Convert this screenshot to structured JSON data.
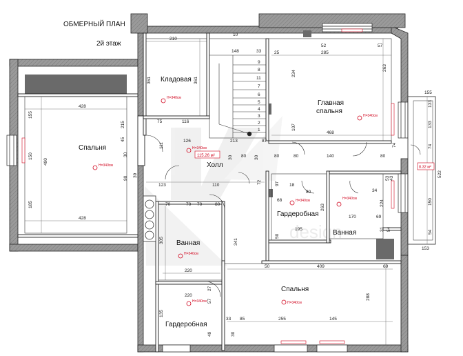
{
  "header": {
    "title": "ОБМЕРНЫЙ ПЛАН",
    "floor": "2й этаж"
  },
  "rooms": [
    {
      "id": "storage",
      "lines": [
        "Кладовая"
      ]
    },
    {
      "id": "bedroom-left",
      "lines": [
        "Спальня"
      ]
    },
    {
      "id": "master-bedroom",
      "lines": [
        "Главная",
        "спальня"
      ]
    },
    {
      "id": "hall",
      "lines": [
        "Холл"
      ]
    },
    {
      "id": "wardrobe-center",
      "lines": [
        "Гардеробная"
      ]
    },
    {
      "id": "bath-right",
      "lines": [
        "Ванная"
      ]
    },
    {
      "id": "bath-center",
      "lines": [
        "Ванная"
      ]
    },
    {
      "id": "bedroom-bottom",
      "lines": [
        "Спальня"
      ]
    },
    {
      "id": "wardrobe-bottom",
      "lines": [
        "Гардеробная"
      ]
    }
  ],
  "ceiling_height_label": "H=340см",
  "area_tags": [
    "115.26 м²",
    "8.32 м²"
  ],
  "watermark": "design",
  "dims": {
    "storage": [
      "210",
      "361",
      "361",
      "75",
      "116"
    ],
    "left": [
      "428",
      "155",
      "490",
      "150",
      "185",
      "428",
      "215",
      "45"
    ],
    "stairs": [
      "10",
      "148",
      "33",
      "8",
      "11",
      "7",
      "6",
      "5",
      "4",
      "3",
      "2",
      "1",
      "9",
      "213",
      "87"
    ],
    "master": [
      "52",
      "57",
      "285",
      "25",
      "234",
      "263",
      "107",
      "468",
      "74",
      "80",
      "80",
      "140",
      "80"
    ],
    "balcony": [
      "155",
      "133",
      "133",
      "74",
      "522",
      "150",
      "54",
      "153"
    ],
    "hall": [
      "126",
      "111",
      "30",
      "90",
      "123",
      "110",
      "39",
      "70",
      "80",
      "30",
      "30",
      "72",
      "97",
      "18",
      "80",
      "53",
      "43",
      "34"
    ],
    "wardrobe_c": [
      "68",
      "263",
      "195",
      "50"
    ],
    "bath_r": [
      "224",
      "170",
      "69",
      "54",
      "31"
    ],
    "bath_c": [
      "70",
      "70",
      "80",
      "305",
      "220",
      "341"
    ],
    "bottom": [
      "409",
      "69",
      "50",
      "220",
      "135",
      "57",
      "27",
      "288",
      "255",
      "145",
      "33",
      "30",
      "49",
      "85"
    ]
  }
}
